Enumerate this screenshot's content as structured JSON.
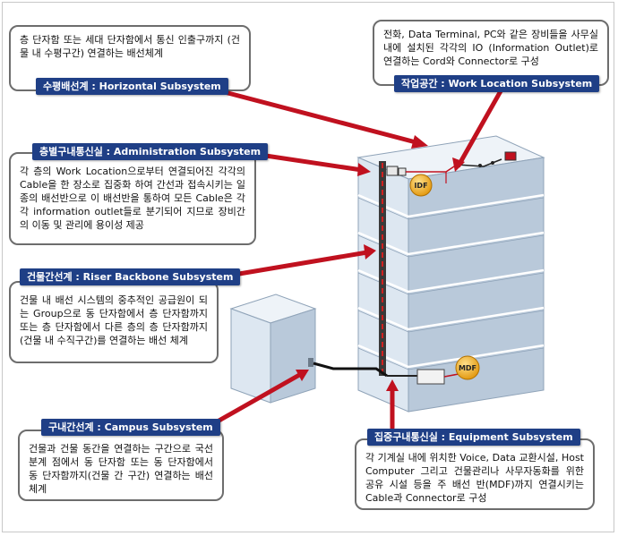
{
  "subsystems": {
    "horizontal": {
      "label": "수평배선계 : Horizontal Subsystem",
      "description": "층 단자함 또는 세대 단자함에서 통신 인출구까지 (건물 내 수평구간) 연결하는 배선체계"
    },
    "work_location": {
      "label": "작업공간 : Work Location Subsystem",
      "description": "전화, Data Terminal, PC와 같은 장비들을 사무실 내에 설치된 각각의 IO (Information Outlet)로 연결하는 Cord와 Connector로 구성"
    },
    "administration": {
      "label": "층별구내통신실 : Administration Subsystem",
      "description": "각 층의 Work Location으로부터 연결되어진 각각의 Cable을 한 장소로 집중화 하여 간선과 접속시키는 일종의 배선반으로 이 배선반을 통하여 모든 Cable은 각각 information outlet들로 분기되어 지므로 장비간의 이동 및 관리에 용이성 제공"
    },
    "riser": {
      "label": "건물간선계 : Riser Backbone Subsystem",
      "description": "건물 내 배선 시스템의 중추적인 공급원이 되는 Group으로 동 단자함에서 층 단자함까지 또는 층 단자함에서 다른 층의 층 단자함까지(건물 내 수직구간)를 연결하는 배선 체계"
    },
    "campus": {
      "label": "구내간선계 : Campus Subsystem",
      "description": "건물과 건물 동간을 연결하는 구간으로 국선 분계 점에서 동 단자함 또는 동 단자함에서 동 단자함까지(건물 간 구간) 연결하는 배선 체계"
    },
    "equipment": {
      "label": "집중구내통신실 : Equipment Subsystem",
      "description": "각 기계실 내에 위치한 Voice, Data 교환시설, Host Computer 그리고 건물관리나 사무자동화를 위한 공유 시설 등을 주 배선 반(MDF)까지 연결시키는 Cable과 Connector로 구성"
    }
  },
  "badges": {
    "idf": "IDF",
    "mdf": "MDF"
  },
  "colors": {
    "label_bg": "#1f3f86",
    "arrow": "#c0111f",
    "building_face": "#dde7f1",
    "building_side": "#b9c9da",
    "badge": "#f0b428"
  }
}
